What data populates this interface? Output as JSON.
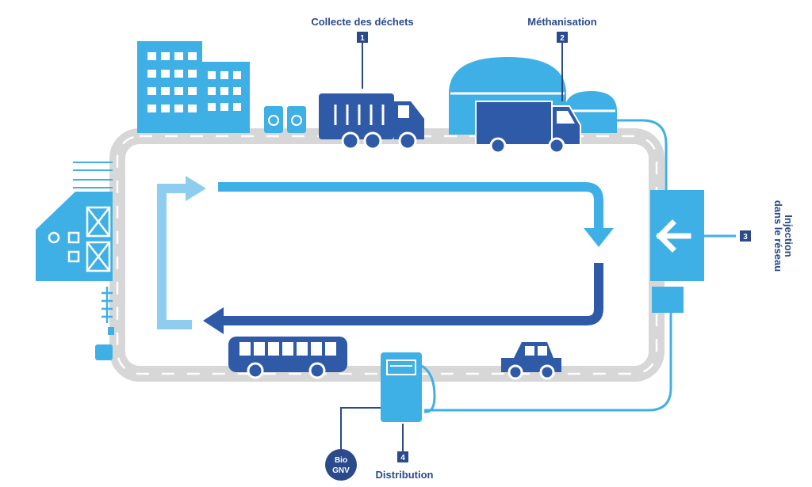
{
  "steps": [
    {
      "number": "1",
      "label": "Collecte des déchets"
    },
    {
      "number": "2",
      "label": "Méthanisation"
    },
    {
      "number": "3",
      "label_line1": "Injection",
      "label_line2": "dans le réseau"
    },
    {
      "number": "4",
      "label": "Distribution"
    }
  ],
  "badge": {
    "line1": "Bio",
    "line2": "GNV"
  },
  "colors": {
    "navy": "#2a4a8c",
    "medium_blue": "#2f5aa8",
    "light_blue": "#3fb0e6",
    "pale_blue": "#8fcdf0",
    "road_gray": "#d7d7d7"
  }
}
